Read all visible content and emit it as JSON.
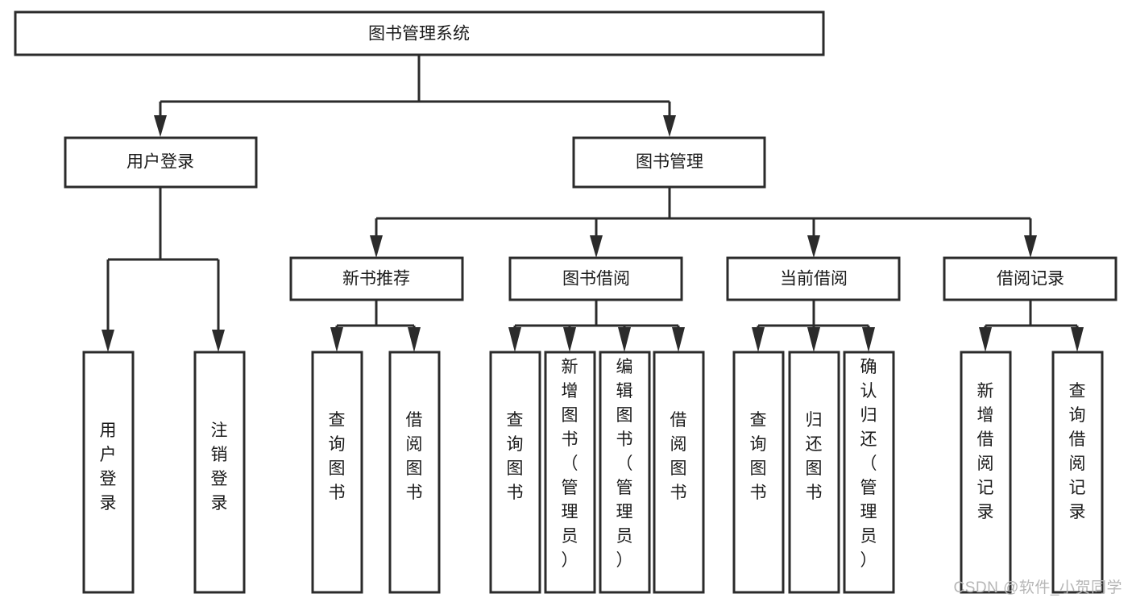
{
  "diagram": {
    "type": "tree",
    "title": "图书管理系统",
    "orientation": "top-down",
    "colors": {
      "box_stroke": "#2b2b2b",
      "box_fill": "#ffffff",
      "connector": "#2b2b2b",
      "text": "#1a1a1a",
      "watermark": "#b6b6b6",
      "background": "#ffffff"
    },
    "root": {
      "label": "图书管理系统"
    },
    "level2": [
      {
        "label": "用户登录"
      },
      {
        "label": "图书管理"
      }
    ],
    "level3": [
      {
        "label": "新书推荐"
      },
      {
        "label": "图书借阅"
      },
      {
        "label": "当前借阅"
      },
      {
        "label": "借阅记录"
      }
    ],
    "leaves": {
      "user_login": [
        {
          "label": "用户登录"
        },
        {
          "label": "注销登录"
        }
      ],
      "new_book_recommend": [
        {
          "label": "查询图书"
        },
        {
          "label": "借阅图书"
        }
      ],
      "book_borrow": [
        {
          "label": "查询图书"
        },
        {
          "label": "新增图书（管理员）"
        },
        {
          "label": "编辑图书（管理员）"
        },
        {
          "label": "借阅图书"
        }
      ],
      "current_borrow": [
        {
          "label": "查询图书"
        },
        {
          "label": "归还图书"
        },
        {
          "label": "确认归还（管理员）"
        }
      ],
      "borrow_records": [
        {
          "label": "新增借阅记录"
        },
        {
          "label": "查询借阅记录"
        }
      ]
    }
  },
  "watermark": {
    "text": "CSDN @软件_小贺同学"
  }
}
